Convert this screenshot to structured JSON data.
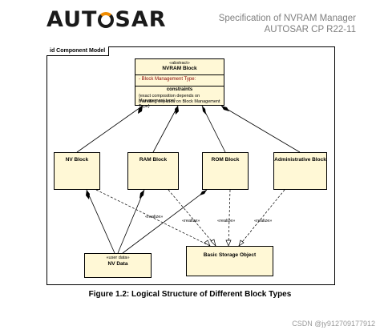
{
  "header": {
    "logo": "AUTOSAR",
    "spec_title": "Specification of NVRAM Manager",
    "release": "AUTOSAR CP R22-11"
  },
  "diagram": {
    "frame_label": "id Component Model",
    "nvram_block": {
      "stereotype": "«abstract»",
      "name": "NVRAM Block",
      "attribute": "-   Block Management Type:",
      "constraints_heading": "constraints",
      "constraint_1": "{exact composition depends on Management type}",
      "constraint_2": "{handling depends on Block Management Type}"
    },
    "nv_block": "NV Block",
    "ram_block": "RAM Block",
    "rom_block": "ROM Block",
    "admin_block": "Administrative Block",
    "nv_data": {
      "stereotype": "«user data»",
      "name": "NV Data"
    },
    "basic_storage": "Basic Storage Object",
    "realize_label": "«realize»"
  },
  "caption": "Figure 1.2: Logical Structure of Different Block Types",
  "watermark": "CSDN @jy912709177912"
}
